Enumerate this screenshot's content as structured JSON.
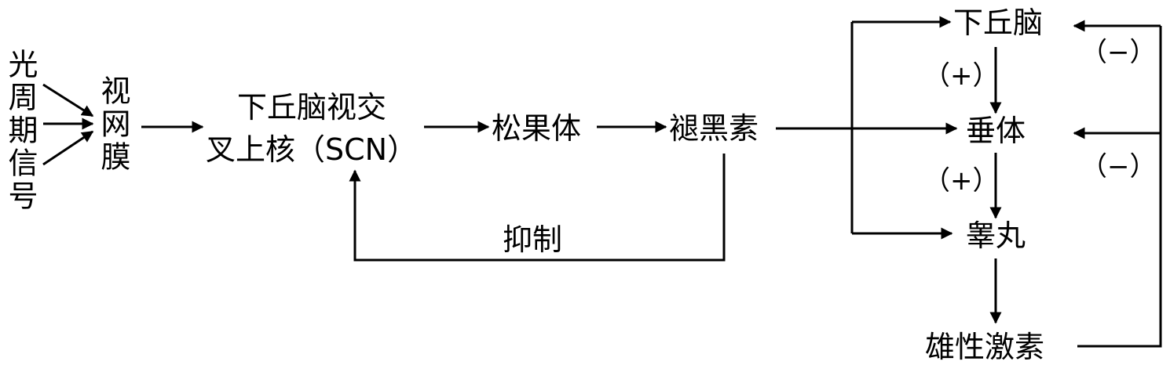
{
  "nodes": {
    "light_signal": "光周期信号",
    "retina": "视网膜",
    "scn_line1": "下丘脑视交",
    "scn_line2": "叉上核（SCN）",
    "pineal": "松果体",
    "melatonin": "褪黑素",
    "hypothalamus": "下丘脑",
    "pituitary": "垂体",
    "testis": "睾丸",
    "androgen": "雄性激素"
  },
  "labels": {
    "inhibit": "抑制",
    "plus_1": "（+）",
    "plus_2": "（+）",
    "minus_1": "（−）",
    "minus_2": "（−）"
  },
  "colors": {
    "ink": "#000000",
    "background": "#ffffff"
  }
}
